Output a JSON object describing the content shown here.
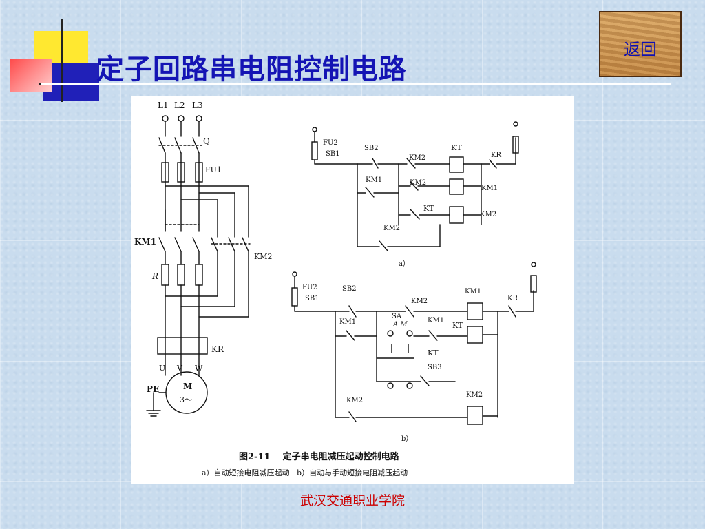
{
  "slide": {
    "title": "定子回路串电阻控制电路",
    "back_button_label": "返回",
    "footer": "武汉交通职业学院",
    "colors": {
      "title": "#1414b4",
      "footer": "#cc0000",
      "background": "#c9dcee"
    }
  },
  "figure": {
    "caption_title": "图2-11    定子串电阻减压起动控制电路",
    "caption_sub": "a）自动短接电阻减压起动   b）自动与手动短接电阻减压起动",
    "sub_a_label": "a）",
    "sub_b_label": "b）",
    "power_circuit_labels": {
      "l1": "L1",
      "l2": "L2",
      "l3": "L3",
      "q": "Q",
      "fu1": "FU1",
      "km1": "KM1",
      "km2": "KM2",
      "r": "R",
      "kr": "KR",
      "u": "U",
      "v": "V",
      "w": "W",
      "pe": "PE",
      "motor": "M",
      "motor_phase": "3～"
    },
    "control_a_labels": {
      "fu2": "FU2",
      "sb1": "SB1",
      "sb2": "SB2",
      "km2_contact": "KM2",
      "kt_coil": "KT",
      "kr": "KR",
      "km1_contact": "KM1",
      "km2_contact2": "KM2",
      "km1_coil": "KM1",
      "kt_contact": "KT",
      "km2_coil": "KM2",
      "km2_hold": "KM2"
    },
    "control_b_labels": {
      "fu2": "FU2",
      "sb1": "SB1",
      "sb2": "SB2",
      "km2_contact": "KM2",
      "km1_coil": "KM1",
      "kr": "KR",
      "km1_contact": "KM1",
      "sa": "SA",
      "am": "A M",
      "km1_contact2": "KM1",
      "kt_coil": "KT",
      "kt_contact": "KT",
      "sb3": "SB3",
      "km2_hold": "KM2",
      "km2_coil": "KM2"
    }
  }
}
